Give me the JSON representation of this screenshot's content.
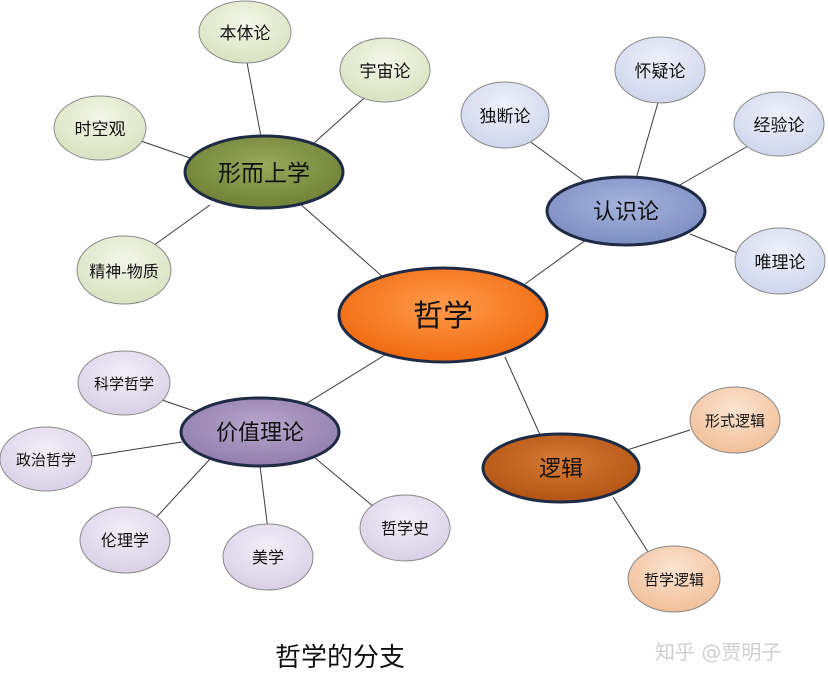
{
  "diagram": {
    "center": {
      "id": "philosophy",
      "label": "哲学"
    },
    "branches": [
      {
        "id": "metaphysics",
        "label": "形而上学",
        "children": [
          {
            "id": "ontology",
            "label": "本体论"
          },
          {
            "id": "cosmology",
            "label": "宇宙论"
          },
          {
            "id": "spacetime-view",
            "label": "时空观"
          },
          {
            "id": "mind-matter",
            "label": "精神-物质"
          }
        ]
      },
      {
        "id": "epistemology",
        "label": "认识论",
        "children": [
          {
            "id": "skepticism",
            "label": "怀疑论"
          },
          {
            "id": "dogmatism",
            "label": "独断论"
          },
          {
            "id": "empiricism",
            "label": "经验论"
          },
          {
            "id": "rationalism",
            "label": "唯理论"
          }
        ]
      },
      {
        "id": "value-theory",
        "label": "价值理论",
        "children": [
          {
            "id": "philosophy-of-science",
            "label": "科学哲学"
          },
          {
            "id": "political-philosophy",
            "label": "政治哲学"
          },
          {
            "id": "ethics",
            "label": "伦理学"
          },
          {
            "id": "aesthetics",
            "label": "美学"
          },
          {
            "id": "history-of-philosophy",
            "label": "哲学史"
          }
        ]
      },
      {
        "id": "logic",
        "label": "逻辑",
        "children": [
          {
            "id": "formal-logic",
            "label": "形式逻辑"
          },
          {
            "id": "philosophical-logic",
            "label": "哲学逻辑"
          }
        ]
      }
    ]
  },
  "caption": "哲学的分支",
  "watermark": "知乎 @贾明子",
  "colors": {
    "center_fill": "#f06a10",
    "metaphysics_fill": "#7a8c3c",
    "metaphysics_leaf": "#e4ead2",
    "epistemology_fill": "#8797c6",
    "epistemology_leaf": "#dde2f1",
    "value_fill": "#9a87b3",
    "value_leaf": "#e6e0ee",
    "logic_fill": "#c0601c",
    "logic_leaf": "#f6d1b5",
    "outline": "#1f2a44",
    "line": "#3a3a3a"
  }
}
